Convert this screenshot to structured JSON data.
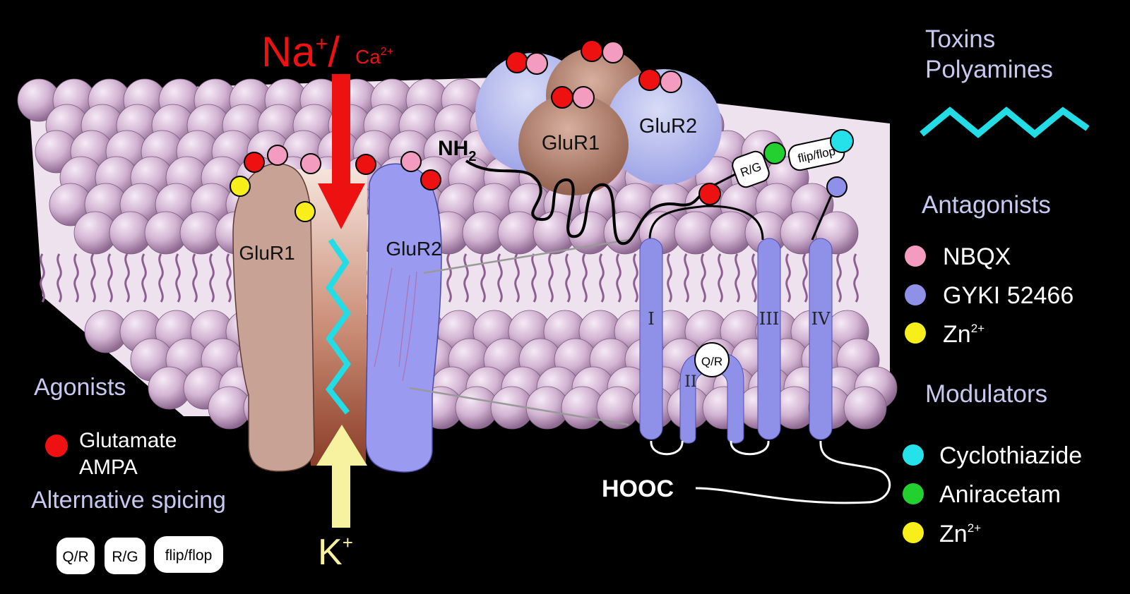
{
  "ions": {
    "na": "Na",
    "na_sup": "+",
    "slash": "/",
    "ca": "Ca",
    "ca_sup": "2+",
    "k": "K",
    "k_sup": "+"
  },
  "receptors": {
    "glur1": "GluR1",
    "glur2": "GluR2"
  },
  "topology": {
    "nh2": "NH",
    "nh2_sub": "2",
    "hooc": "HOOC",
    "rg": "R/G",
    "flipflop": "flip/flop",
    "qr": "Q/R",
    "seg1": "I",
    "seg2": "II",
    "seg3": "III",
    "seg4": "IV"
  },
  "legend_right": {
    "toxins_line1": "Toxins",
    "toxins_line2": "Polyamines",
    "antagonists_title": "Antagonists",
    "antagonists": [
      {
        "label": "NBQX",
        "color": "#f49bc0"
      },
      {
        "label": "GYKI 52466",
        "color": "#8f90e8"
      },
      {
        "label": "Zn",
        "sup": "2+",
        "color": "#f7ee1a"
      }
    ],
    "modulators_title": "Modulators",
    "modulators": [
      {
        "label": "Cyclothiazide",
        "color": "#25e2ea"
      },
      {
        "label": "Aniracetam",
        "color": "#22d030"
      },
      {
        "label": "Zn",
        "sup": "2+",
        "color": "#f7ee1a"
      }
    ],
    "toxin_color": "#22dde6"
  },
  "legend_left": {
    "agonists_title": "Agonists",
    "agonist_line1": "Glutamate",
    "agonist_line2": "AMPA",
    "agonist_color": "#ee1111",
    "splicing_title": "Alternative spicing",
    "pills": [
      "Q/R",
      "R/G",
      "flip/flop"
    ]
  },
  "colors": {
    "glur1": "#c79e90",
    "glur1_dark": "#8a4a3a",
    "glur2": "#9999ee",
    "lipid_head": "#d8bcd8",
    "ion_red": "#ee1111",
    "k_arrow": "#f7f2a0"
  }
}
